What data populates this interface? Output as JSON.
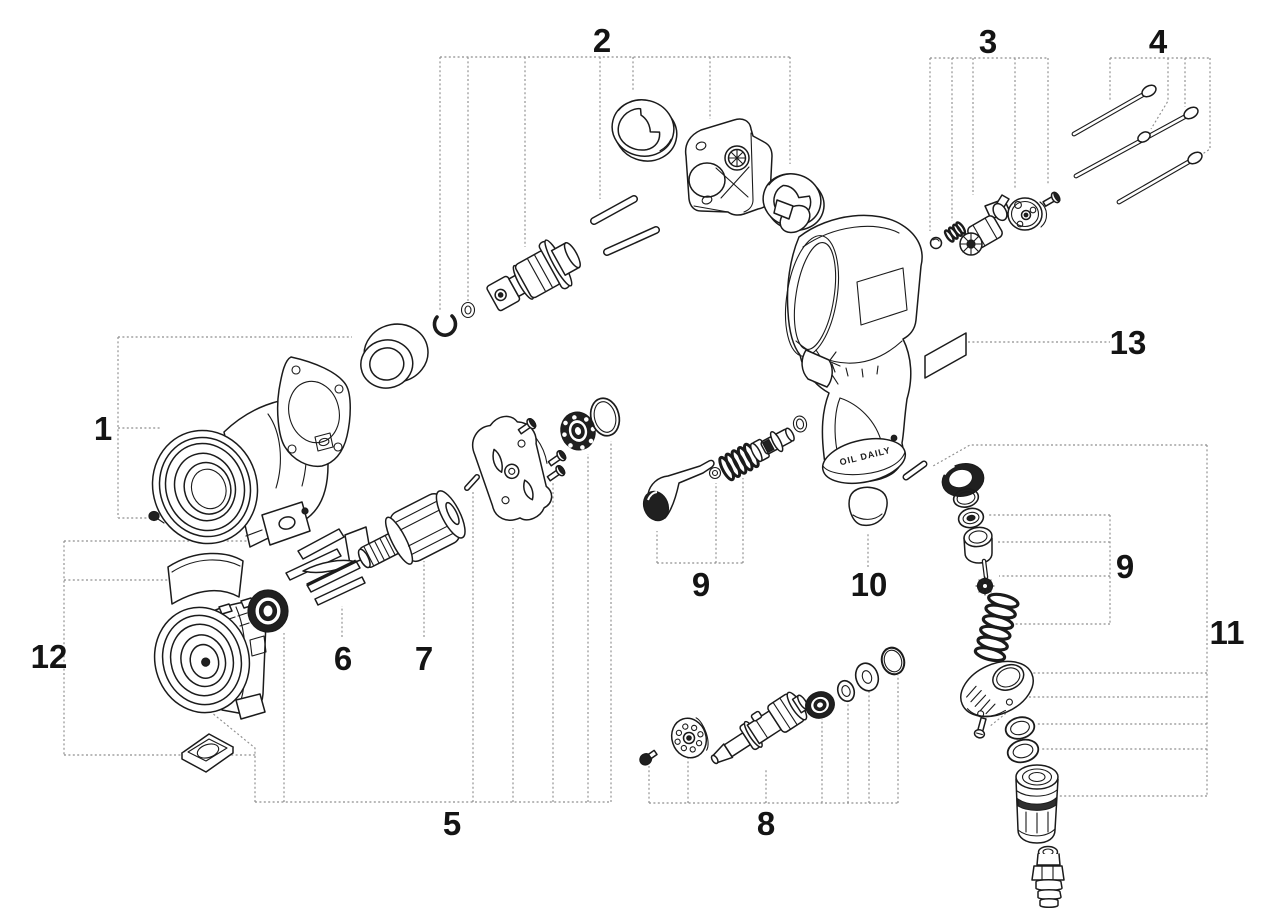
{
  "figure": {
    "kind": "exploded-parts-diagram",
    "colors": {
      "background": "#ffffff",
      "line": "#1b1b1b",
      "leader": "#8f8f8f",
      "dark_fill": "#202020"
    }
  },
  "housing": {
    "stamp": "OIL DAILY"
  },
  "callouts": [
    {
      "id": "c1",
      "text": "1"
    },
    {
      "id": "c2",
      "text": "2"
    },
    {
      "id": "c3",
      "text": "3"
    },
    {
      "id": "c4",
      "text": "4"
    },
    {
      "id": "c5",
      "text": "5"
    },
    {
      "id": "c6",
      "text": "6"
    },
    {
      "id": "c7",
      "text": "7"
    },
    {
      "id": "c8",
      "text": "8"
    },
    {
      "id": "c9a",
      "text": "9"
    },
    {
      "id": "c9b",
      "text": "9"
    },
    {
      "id": "c10",
      "text": "10"
    },
    {
      "id": "c11",
      "text": "11"
    },
    {
      "id": "c12",
      "text": "12"
    },
    {
      "id": "c13",
      "text": "13"
    }
  ],
  "parts_legend": [
    {
      "callout": "1",
      "name": "hammer-case-with-gasket-and-bushing"
    },
    {
      "callout": "2",
      "name": "anvil-hammer-cage-assembly"
    },
    {
      "callout": "3",
      "name": "reverse-valve-assembly"
    },
    {
      "callout": "4",
      "name": "through-bolts"
    },
    {
      "callout": "5",
      "name": "motor-cylinder-end-plate-assembly"
    },
    {
      "callout": "6",
      "name": "rotor-blades"
    },
    {
      "callout": "7",
      "name": "rotor"
    },
    {
      "callout": "8",
      "name": "output-shaft-and-bearings"
    },
    {
      "callout": "9",
      "name": "throttle-valve-parts"
    },
    {
      "callout": "10",
      "name": "inlet-cap"
    },
    {
      "callout": "11",
      "name": "air-inlet-assembly"
    },
    {
      "callout": "12",
      "name": "motor-housing-parts"
    },
    {
      "callout": "13",
      "name": "name-plate"
    }
  ]
}
